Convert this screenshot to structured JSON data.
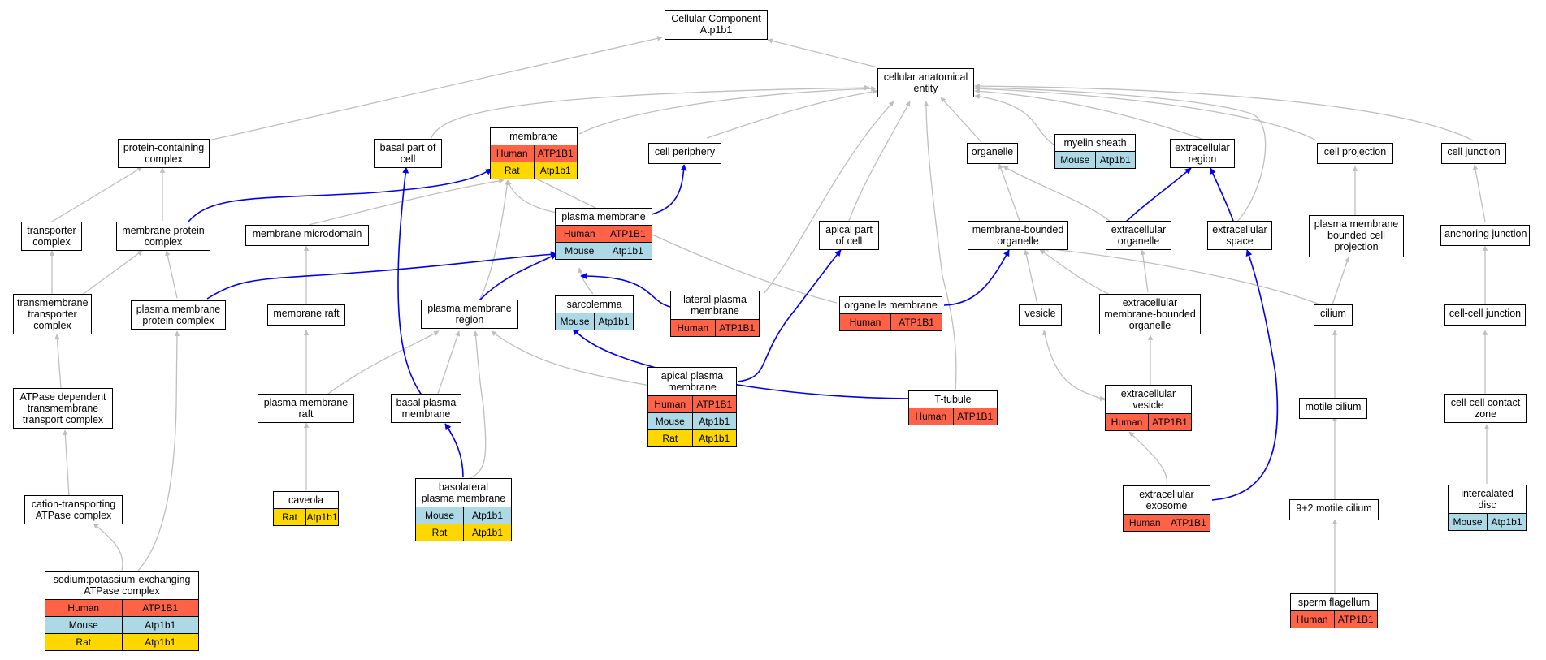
{
  "colors": {
    "human": "#ff6347",
    "mouse": "#add8e6",
    "rat": "#ffd700",
    "is_a_edge": "#bfbfbf",
    "part_of_edge": "#0000ee"
  },
  "nodes": {
    "root": {
      "title": [
        "Cellular Component",
        "Atp1b1"
      ],
      "species": []
    },
    "cae": {
      "title": [
        "cellular anatomical",
        "entity"
      ],
      "species": []
    },
    "pcc": {
      "title": [
        "protein-containing",
        "complex"
      ],
      "species": []
    },
    "bpc": {
      "title": [
        "basal part of",
        "cell"
      ],
      "species": []
    },
    "mem": {
      "title": [
        "membrane"
      ],
      "species": [
        [
          "Human",
          "ATP1B1"
        ],
        [
          "Rat",
          "Atp1b1"
        ]
      ]
    },
    "cper": {
      "title": [
        "cell periphery"
      ],
      "species": []
    },
    "org": {
      "title": [
        "organelle"
      ],
      "species": []
    },
    "mys": {
      "title": [
        "myelin sheath"
      ],
      "species": [
        [
          "Mouse",
          "Atp1b1"
        ]
      ]
    },
    "exr": {
      "title": [
        "extracellular",
        "region"
      ],
      "species": []
    },
    "cproj": {
      "title": [
        "cell projection"
      ],
      "species": []
    },
    "cjun": {
      "title": [
        "cell junction"
      ],
      "species": []
    },
    "tcx": {
      "title": [
        "transporter",
        "complex"
      ],
      "species": []
    },
    "mpc": {
      "title": [
        "membrane protein",
        "complex"
      ],
      "species": []
    },
    "mmd": {
      "title": [
        "membrane microdomain"
      ],
      "species": []
    },
    "pm": {
      "title": [
        "plasma membrane"
      ],
      "species": [
        [
          "Human",
          "ATP1B1"
        ],
        [
          "Mouse",
          "Atp1b1"
        ]
      ]
    },
    "apc": {
      "title": [
        "apical part",
        "of cell"
      ],
      "species": []
    },
    "mbo": {
      "title": [
        "membrane-bounded",
        "organelle"
      ],
      "species": []
    },
    "exo": {
      "title": [
        "extracellular",
        "organelle"
      ],
      "species": []
    },
    "exs": {
      "title": [
        "extracellular",
        "space"
      ],
      "species": []
    },
    "pmbcp": {
      "title": [
        "plasma membrane",
        "bounded cell",
        "projection"
      ],
      "species": []
    },
    "ajun": {
      "title": [
        "anchoring junction"
      ],
      "species": []
    },
    "ttc": {
      "title": [
        "transmembrane",
        "transporter",
        "complex"
      ],
      "species": []
    },
    "pmpc": {
      "title": [
        "plasma membrane",
        "protein complex"
      ],
      "species": []
    },
    "mraft": {
      "title": [
        "membrane raft"
      ],
      "species": []
    },
    "pmr": {
      "title": [
        "plasma membrane",
        "region"
      ],
      "species": []
    },
    "sarc": {
      "title": [
        "sarcolemma"
      ],
      "species": [
        [
          "Mouse",
          "Atp1b1"
        ]
      ]
    },
    "lpm": {
      "title": [
        "lateral plasma",
        "membrane"
      ],
      "species": [
        [
          "Human",
          "ATP1B1"
        ]
      ]
    },
    "orgm": {
      "title": [
        "organelle membrane"
      ],
      "species": [
        [
          "Human",
          "ATP1B1"
        ]
      ]
    },
    "ves": {
      "title": [
        "vesicle"
      ],
      "species": []
    },
    "exmbo": {
      "title": [
        "extracellular",
        "membrane-bounded",
        "organelle"
      ],
      "species": []
    },
    "cil": {
      "title": [
        "cilium"
      ],
      "species": []
    },
    "ccj": {
      "title": [
        "cell-cell junction"
      ],
      "species": []
    },
    "atpdep": {
      "title": [
        "ATPase dependent",
        "transmembrane",
        "transport complex"
      ],
      "species": []
    },
    "pmraft": {
      "title": [
        "plasma membrane",
        "raft"
      ],
      "species": []
    },
    "bpm": {
      "title": [
        "basal plasma",
        "membrane"
      ],
      "species": []
    },
    "apm": {
      "title": [
        "apical plasma",
        "membrane"
      ],
      "species": [
        [
          "Human",
          "ATP1B1"
        ],
        [
          "Mouse",
          "Atp1b1"
        ],
        [
          "Rat",
          "Atp1b1"
        ]
      ]
    },
    "ttub": {
      "title": [
        "T-tubule"
      ],
      "species": [
        [
          "Human",
          "ATP1B1"
        ]
      ]
    },
    "exves": {
      "title": [
        "extracellular",
        "vesicle"
      ],
      "species": [
        [
          "Human",
          "ATP1B1"
        ]
      ]
    },
    "motc": {
      "title": [
        "motile cilium"
      ],
      "species": []
    },
    "cccz": {
      "title": [
        "cell-cell contact",
        "zone"
      ],
      "species": []
    },
    "catp": {
      "title": [
        "cation-transporting",
        "ATPase complex"
      ],
      "species": []
    },
    "cav": {
      "title": [
        "caveola"
      ],
      "species": [
        [
          "Rat",
          "Atp1b1"
        ]
      ]
    },
    "blpm": {
      "title": [
        "basolateral",
        "plasma membrane"
      ],
      "species": [
        [
          "Mouse",
          "Atp1b1"
        ],
        [
          "Rat",
          "Atp1b1"
        ]
      ]
    },
    "exosome": {
      "title": [
        "extracellular",
        "exosome"
      ],
      "species": [
        [
          "Human",
          "ATP1B1"
        ]
      ]
    },
    "m92": {
      "title": [
        "9+2 motile cilium"
      ],
      "species": []
    },
    "icd": {
      "title": [
        "intercalated",
        "disc"
      ],
      "species": [
        [
          "Mouse",
          "Atp1b1"
        ]
      ]
    },
    "nak": {
      "title": [
        "sodium:potassium-exchanging",
        "ATPase complex"
      ],
      "species": [
        [
          "Human",
          "ATP1B1"
        ],
        [
          "Mouse",
          "Atp1b1"
        ],
        [
          "Rat",
          "Atp1b1"
        ]
      ]
    },
    "sperm": {
      "title": [
        "sperm flagellum"
      ],
      "species": [
        [
          "Human",
          "ATP1B1"
        ]
      ]
    }
  }
}
